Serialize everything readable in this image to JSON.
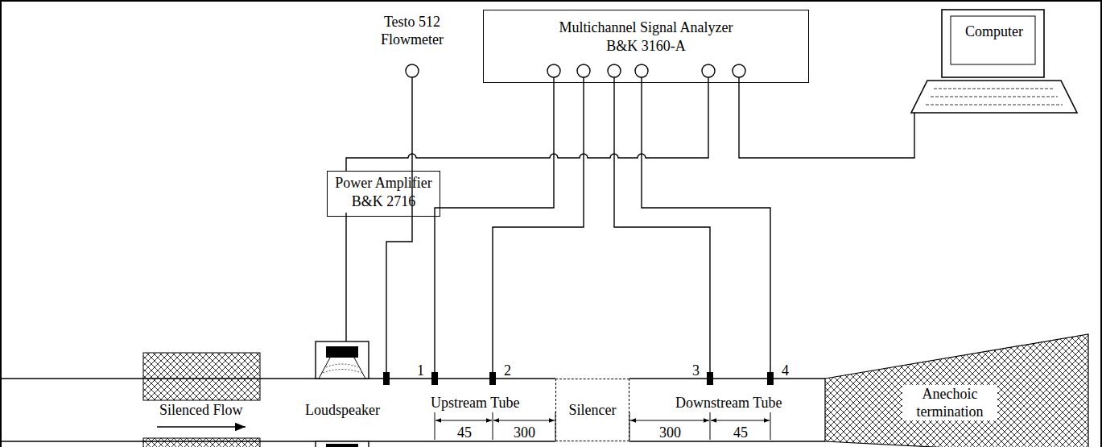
{
  "diagram": {
    "nodes": [
      {
        "text": [
          "Multichannel Signal Analyzer",
          "B&K 3160-A"
        ]
      },
      {
        "text": [
          "Computer"
        ]
      },
      {
        "text": [
          "Power Amplifier",
          "B&K 2716"
        ]
      },
      {
        "text": [
          "Silencer"
        ]
      }
    ],
    "edges": [
      {
        "from": 2,
        "to": 0,
        "arrow": "none"
      },
      {
        "from": 0,
        "to": 1,
        "arrow": "none"
      }
    ],
    "labels": [
      "Testo 512 Flowmeter",
      "1",
      "2",
      "3",
      "4",
      "45",
      "300",
      "300",
      "45",
      "Silenced Flow",
      "Loudspeaker",
      "Upstream Tube",
      "Downstream Tube",
      "Anechoic termination"
    ]
  }
}
